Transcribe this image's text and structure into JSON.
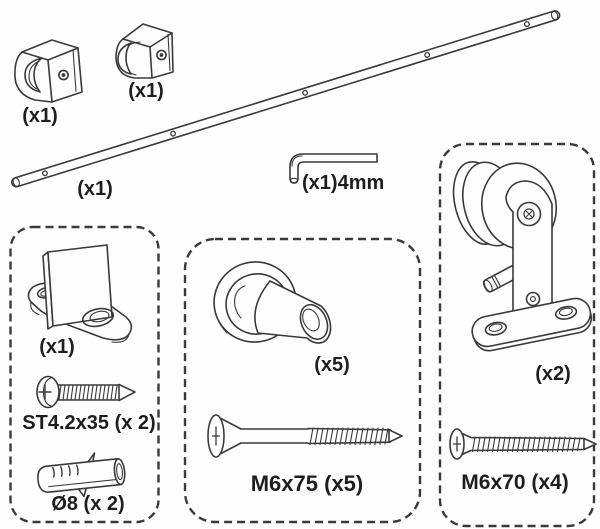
{
  "colors": {
    "line": "#3a3a3a",
    "text": "#1e1e1e",
    "background": "#fefefe"
  },
  "labels": {
    "clip_left_qty": "(x1)",
    "clip_right_qty": "(x1)",
    "rail_qty": "(x1)",
    "hex_key": "(x1)4mm",
    "floor_guide_qty": "(x1)",
    "pan_screw": "ST4.2x35 (x 2)",
    "wall_anchor": "Ø8 (x 2)",
    "spacer_qty": "(x5)",
    "screw_m6x75": "M6x75 (x5)",
    "roller_qty": "(x2)",
    "screw_m6x70": "M6x70 (x4)"
  }
}
